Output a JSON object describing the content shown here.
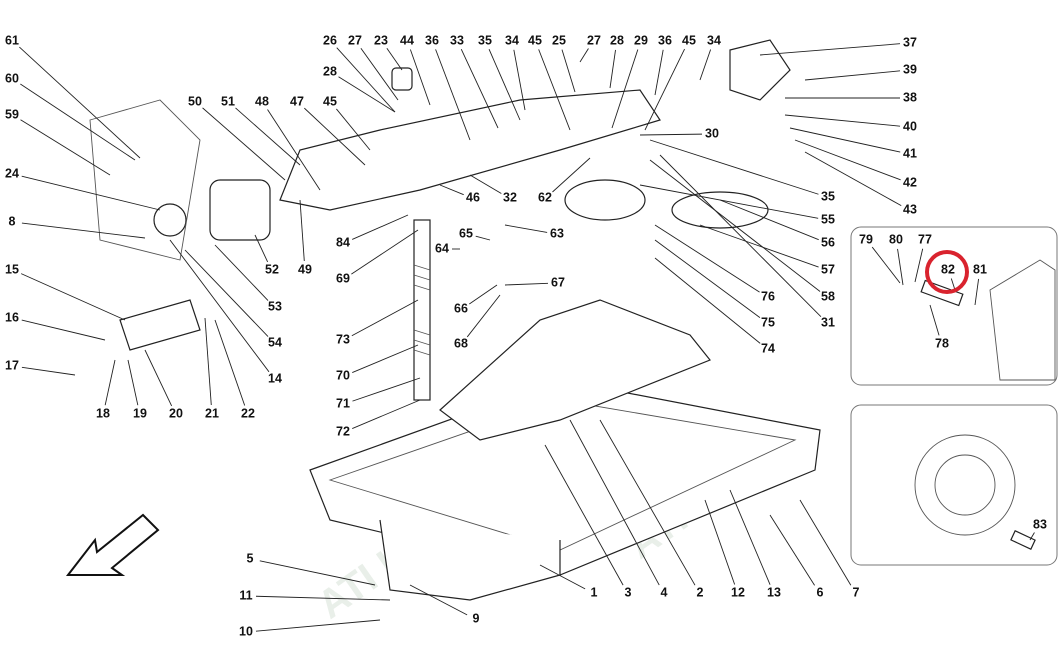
{
  "diagram": {
    "type": "exploded parts diagram",
    "highlight_color": "#d9232e",
    "highlighted_label": "82",
    "labels": [
      "61",
      "60",
      "59",
      "24",
      "8",
      "15",
      "16",
      "17",
      "26",
      "27",
      "23",
      "44",
      "36",
      "33",
      "35",
      "34",
      "45",
      "25",
      "27",
      "28",
      "29",
      "36",
      "45",
      "34",
      "37",
      "39",
      "38",
      "40",
      "41",
      "42",
      "43",
      "28",
      "50",
      "51",
      "48",
      "47",
      "45",
      "30",
      "46",
      "32",
      "62",
      "35",
      "55",
      "56",
      "57",
      "58",
      "31",
      "84",
      "65",
      "63",
      "64",
      "69",
      "67",
      "66",
      "68",
      "73",
      "76",
      "75",
      "74",
      "70",
      "71",
      "72",
      "52",
      "49",
      "53",
      "54",
      "14",
      "18",
      "19",
      "20",
      "21",
      "22",
      "79",
      "80",
      "77",
      "82",
      "81",
      "78",
      "83",
      "5",
      "11",
      "10",
      "9",
      "1",
      "3",
      "4",
      "2",
      "12",
      "13",
      "6",
      "7"
    ]
  }
}
